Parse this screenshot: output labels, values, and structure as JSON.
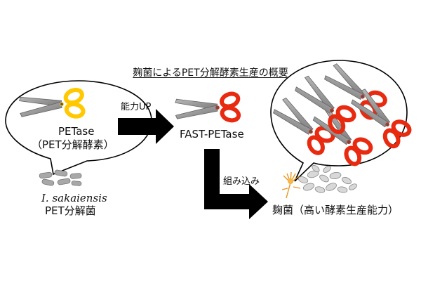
{
  "title": "麹菌によるPET分解酵素生産の概要",
  "left_bubble": {
    "enzyme_name": "PETase",
    "enzyme_desc": "（PET分解酵素）"
  },
  "bacterium": {
    "species": "I. sakaiensis",
    "description": "PET分解菌"
  },
  "arrow_up_label": "能力UP",
  "fast_petase_label": "FAST-PETase",
  "arrow_incorp_label": "組み込み",
  "koji_label": "麹菌（高い酵素生産能力）",
  "colors": {
    "petase_handle": "#ffc800",
    "fast_petase_handle": "#e82a10",
    "blade": "#8e8e8e",
    "arrow": "#000000",
    "bubble_stroke": "#000000",
    "hypha": "#e8961e"
  }
}
